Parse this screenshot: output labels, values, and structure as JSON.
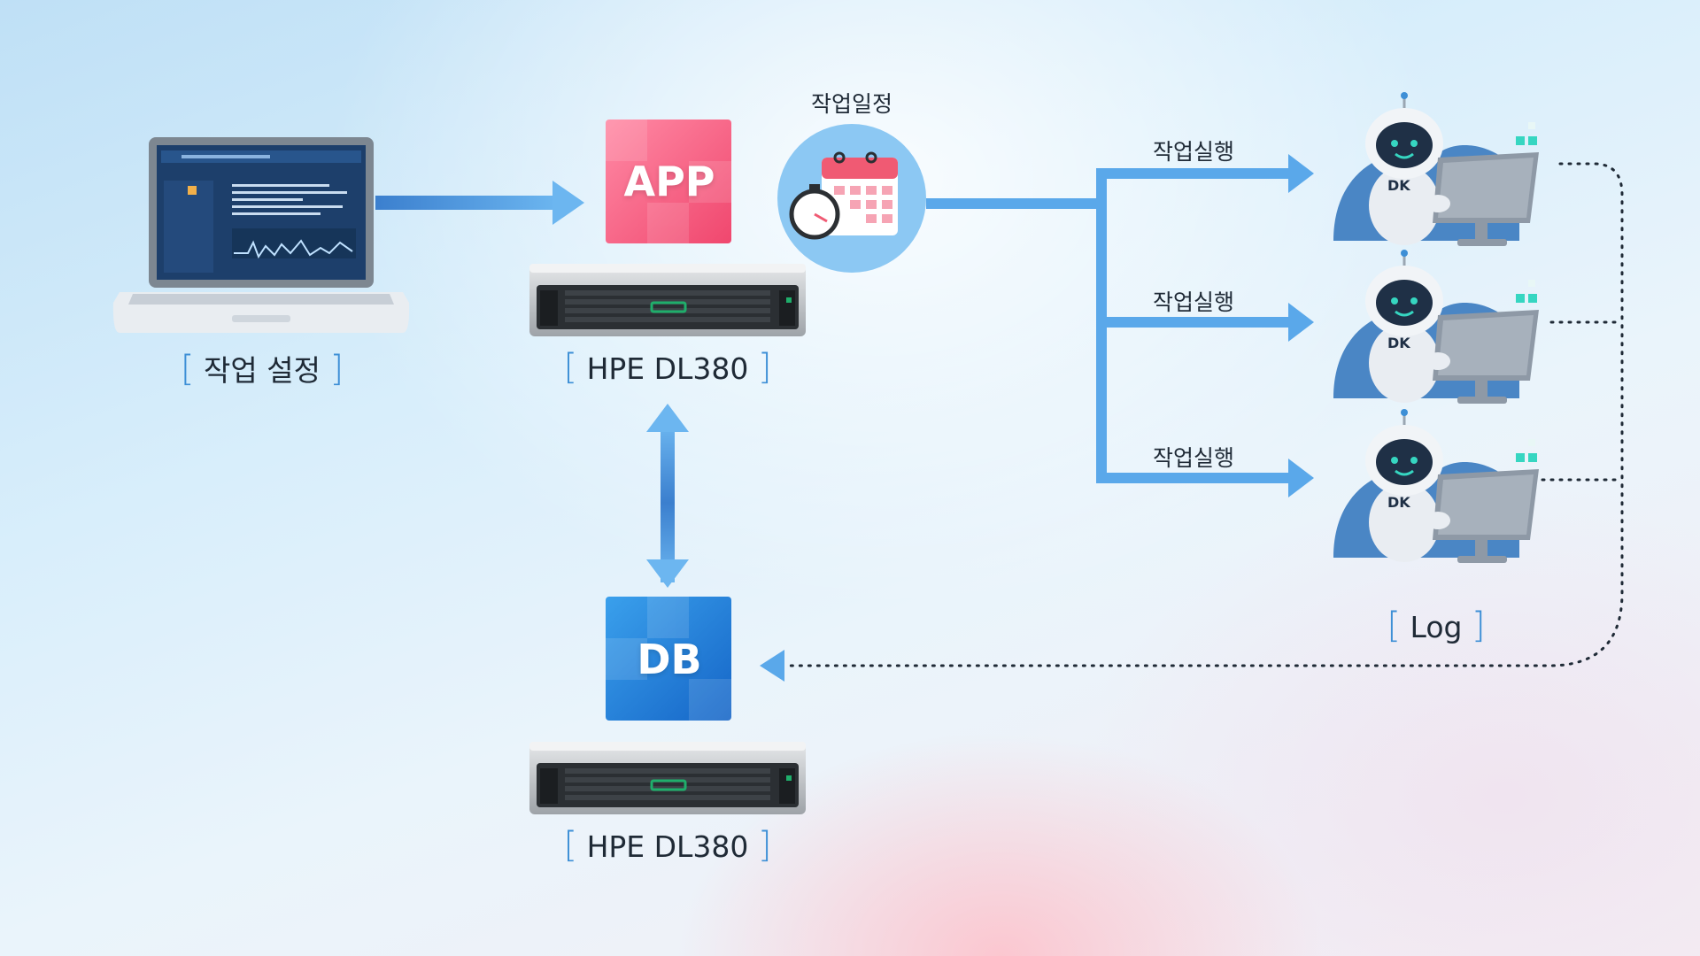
{
  "nodes": {
    "laptop": {
      "label": "작업 설정",
      "bracket_open": "[",
      "bracket_close": "]"
    },
    "app_server": {
      "tile_text": "APP",
      "label": "HPE DL380",
      "bracket_open": "[",
      "bracket_close": "]"
    },
    "schedule": {
      "label": "작업일정"
    },
    "db_server": {
      "tile_text": "DB",
      "label": "HPE DL380",
      "bracket_open": "[",
      "bracket_close": "]"
    },
    "robots": [
      {
        "edge_label": "작업실행",
        "badge": "DK"
      },
      {
        "edge_label": "작업실행",
        "badge": "DK"
      },
      {
        "edge_label": "작업실행",
        "badge": "DK"
      }
    ],
    "log": {
      "label": "Log",
      "bracket_open": "[",
      "bracket_close": "]"
    }
  },
  "colors": {
    "arrow_blue": "#5aa8ea",
    "arrow_dark_blue": "#3b7fce",
    "bracket_blue": "#3d8fd6",
    "app_pink": "#f4607f",
    "db_blue": "#1f7fd8",
    "dotted_line": "#1f2a36"
  }
}
